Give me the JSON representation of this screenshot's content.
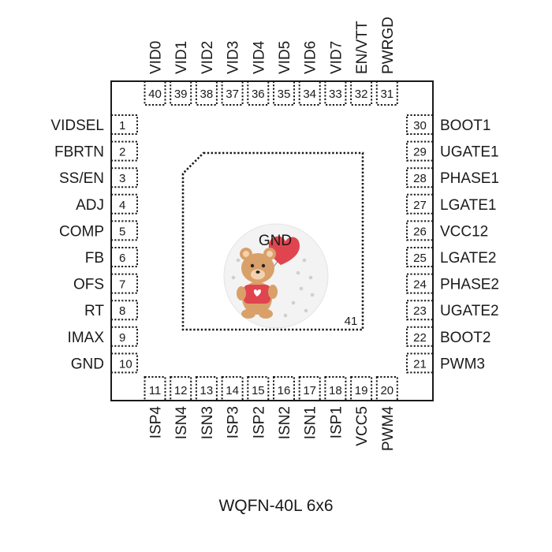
{
  "package_name": "WQFN-40L 6x6",
  "exposed_pad": {
    "number": "41",
    "label": "GND"
  },
  "pins": {
    "top": [
      {
        "num": "40",
        "name": "VID0"
      },
      {
        "num": "39",
        "name": "VID1"
      },
      {
        "num": "38",
        "name": "VID2"
      },
      {
        "num": "37",
        "name": "VID3"
      },
      {
        "num": "36",
        "name": "VID4"
      },
      {
        "num": "35",
        "name": "VID5"
      },
      {
        "num": "34",
        "name": "VID6"
      },
      {
        "num": "33",
        "name": "VID7"
      },
      {
        "num": "32",
        "name": "EN/VTT"
      },
      {
        "num": "31",
        "name": "PWRGD"
      }
    ],
    "left": [
      {
        "num": "1",
        "name": "VIDSEL"
      },
      {
        "num": "2",
        "name": "FBRTN"
      },
      {
        "num": "3",
        "name": "SS/EN"
      },
      {
        "num": "4",
        "name": "ADJ"
      },
      {
        "num": "5",
        "name": "COMP"
      },
      {
        "num": "6",
        "name": "FB"
      },
      {
        "num": "7",
        "name": "OFS"
      },
      {
        "num": "8",
        "name": "RT"
      },
      {
        "num": "9",
        "name": "IMAX"
      },
      {
        "num": "10",
        "name": "GND"
      }
    ],
    "right": [
      {
        "num": "30",
        "name": "BOOT1"
      },
      {
        "num": "29",
        "name": "UGATE1"
      },
      {
        "num": "28",
        "name": "PHASE1"
      },
      {
        "num": "27",
        "name": "LGATE1"
      },
      {
        "num": "26",
        "name": "VCC12"
      },
      {
        "num": "25",
        "name": "LGATE2"
      },
      {
        "num": "24",
        "name": "PHASE2"
      },
      {
        "num": "23",
        "name": "UGATE2"
      },
      {
        "num": "22",
        "name": "BOOT2"
      },
      {
        "num": "21",
        "name": "PWM3"
      }
    ],
    "bottom": [
      {
        "num": "11",
        "name": "ISP4"
      },
      {
        "num": "12",
        "name": "ISN4"
      },
      {
        "num": "13",
        "name": "ISN3"
      },
      {
        "num": "14",
        "name": "ISP3"
      },
      {
        "num": "15",
        "name": "ISP2"
      },
      {
        "num": "16",
        "name": "ISN2"
      },
      {
        "num": "17",
        "name": "ISN1"
      },
      {
        "num": "18",
        "name": "ISP1"
      },
      {
        "num": "19",
        "name": "VCC5"
      },
      {
        "num": "20",
        "name": "PWM4"
      }
    ]
  },
  "colors": {
    "ink": "#1a1a1a",
    "heart": "#e0454f",
    "bear": "#d9a06a"
  }
}
